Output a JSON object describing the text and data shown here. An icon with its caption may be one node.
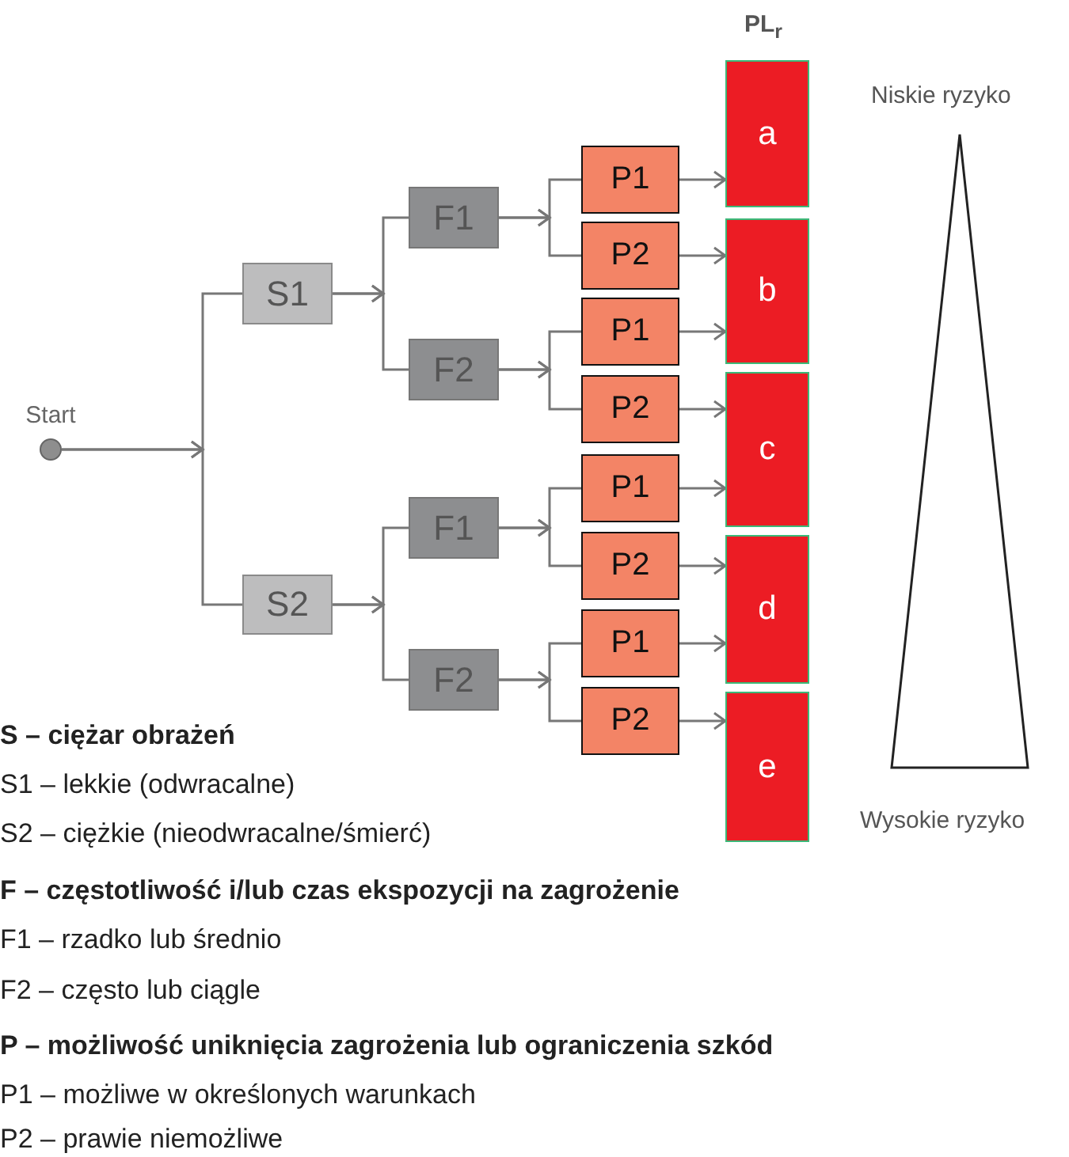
{
  "diagram": {
    "nodes": [
      {
        "text": [
          "Start"
        ]
      },
      {
        "text": [
          "S1"
        ]
      },
      {
        "text": [
          "S2"
        ]
      },
      {
        "text": [
          "F1"
        ]
      },
      {
        "text": [
          "F2"
        ]
      },
      {
        "text": [
          "F1"
        ]
      },
      {
        "text": [
          "F2"
        ]
      },
      {
        "text": [
          "P1"
        ]
      },
      {
        "text": [
          "P2"
        ]
      },
      {
        "text": [
          "P1"
        ]
      },
      {
        "text": [
          "P2"
        ]
      },
      {
        "text": [
          "P1"
        ]
      },
      {
        "text": [
          "P2"
        ]
      },
      {
        "text": [
          "P1"
        ]
      },
      {
        "text": [
          "P2"
        ]
      },
      {
        "text": [
          "a"
        ]
      },
      {
        "text": [
          "b"
        ]
      },
      {
        "text": [
          "c"
        ]
      },
      {
        "text": [
          "d"
        ]
      },
      {
        "text": [
          "e"
        ]
      }
    ],
    "edges": [
      {
        "from": 0,
        "to": 1,
        "arrow": "to"
      },
      {
        "from": 0,
        "to": 2,
        "arrow": "to"
      },
      {
        "from": 1,
        "to": 3,
        "arrow": "to"
      },
      {
        "from": 1,
        "to": 4,
        "arrow": "to"
      },
      {
        "from": 2,
        "to": 5,
        "arrow": "to"
      },
      {
        "from": 2,
        "to": 6,
        "arrow": "to"
      },
      {
        "from": 3,
        "to": 7,
        "arrow": "to"
      },
      {
        "from": 3,
        "to": 8,
        "arrow": "to"
      },
      {
        "from": 4,
        "to": 9,
        "arrow": "to"
      },
      {
        "from": 4,
        "to": 10,
        "arrow": "to"
      },
      {
        "from": 5,
        "to": 11,
        "arrow": "to"
      },
      {
        "from": 5,
        "to": 12,
        "arrow": "to"
      },
      {
        "from": 6,
        "to": 13,
        "arrow": "to"
      },
      {
        "from": 6,
        "to": 14,
        "arrow": "to"
      },
      {
        "from": 7,
        "to": 15,
        "arrow": "to"
      },
      {
        "from": 8,
        "to": 16,
        "arrow": "to"
      },
      {
        "from": 9,
        "to": 16,
        "arrow": "to"
      },
      {
        "from": 10,
        "to": 17,
        "arrow": "to"
      },
      {
        "from": 11,
        "to": 17,
        "arrow": "to"
      },
      {
        "from": 12,
        "to": 18,
        "arrow": "to"
      },
      {
        "from": 13,
        "to": 18,
        "arrow": "to"
      },
      {
        "from": 14,
        "to": 19,
        "arrow": "to"
      }
    ],
    "labels": [
      "PL$_{r}$",
      "Niskie ryzyko",
      "Wysokie ryzyko",
      "S – ciężar obrażeń",
      "S1 – lekkie (odwracalne)",
      "S2 – ciężkie (nieodwracalne/śmierć)",
      "F – częstotliwość i/lub czas ekspozycji na zagrożenie",
      "F1 – rzadko lub średnio",
      "F2 – często lub ciągle",
      "P – możliwość uniknięcia zagrożenia lub ograniczenia szkód",
      "P1 – możliwe w określonych warunkach",
      "P2 – prawie niemożliwe"
    ]
  }
}
